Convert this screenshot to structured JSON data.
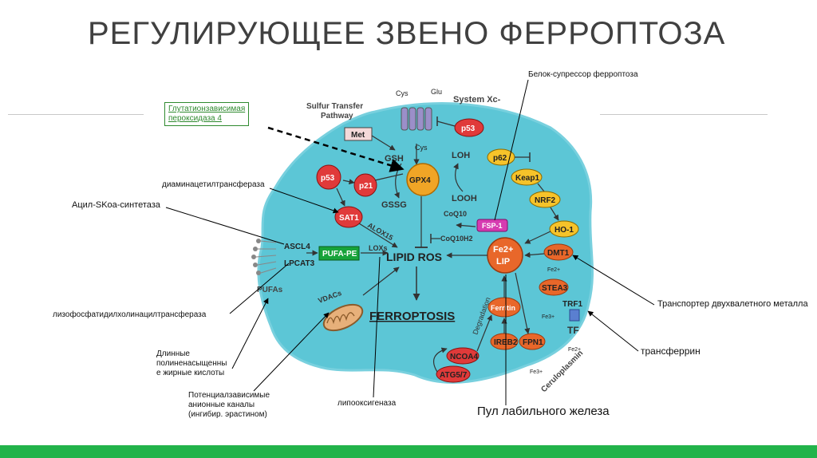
{
  "slide": {
    "title": "РЕГУЛИРУЮЩЕЕ ЗВЕНО ФЕРРОПТОЗА",
    "accent_color": "#22b34a",
    "cell_color": "#5cc6d6"
  },
  "diagram": {
    "sulfur_pathway": "Sulfur Transfer",
    "sulfur_pathway_2": "Pathway",
    "system_xc": "System Xc-",
    "cys_top": "Cys",
    "glu": "Glu",
    "cys_bottom": "Cys",
    "met": "Met",
    "gsh": "GSH",
    "gssg": "GSSG",
    "gpx4": "GPX4",
    "loh": "LOH",
    "looh": "LOOH",
    "p53_top": "p53",
    "p53_left": "p53",
    "p21": "p21",
    "sat1": "SAT1",
    "alox15": "ALOX15",
    "coq10": "CoQ10",
    "coq10h2": "CoQ10H2",
    "fsp1": "FSP-1",
    "p62": "p62",
    "keap1": "Keap1",
    "nrf2": "NRF2",
    "ho1": "HO-1",
    "fe2_lip_1": "Fe2+",
    "fe2_lip_2": "LIP",
    "dmt1": "DMT1",
    "stea3": "STEA3",
    "trf1": "TRF1",
    "tf": "TF",
    "acsl4": "ASCL4",
    "lpcat3": "LPCAT3",
    "pufa_pe": "PUFA-PE",
    "loxs": "LOXs",
    "lipid_ros": "LIPID ROS",
    "ferroptosis": "FERROPTOSIS",
    "pufas": "PUFAs",
    "vdacs": "VDACs",
    "ferritin": "Ferritin",
    "degradation": "Degradation",
    "ireb2": "IREB2",
    "fpn1": "FPN1",
    "ncoa4": "NCOA4",
    "atg57": "ATG5/7",
    "ceruloplasmin": "Ceruloplasmin",
    "fe2_small": "Fe2+",
    "fe3_small": "Fe3+"
  },
  "annotations": {
    "gpx4_name": "Глутатионзависимая\nпероксидаза 4",
    "fsp1_name": "Белок-супрессор ферроптоза",
    "sat1_name": "диаминацетилтрансфераза",
    "acsl4_name": "Ацил-SKoa-синтетаза",
    "lpcat3_name": "лизофосфатидилхолинацилтрансфераза",
    "pufas_name": "Длинные\nполиненасыщенны\nе жирные кислоты",
    "vdacs_name": "Потенциалзависимые\nанионные каналы\n(ингибир. эрастином)",
    "loxs_name": "липооксигеназа",
    "dmt1_name": "Транспортер двухвалетного металла",
    "tf_name": "трансферрин",
    "lip_name": "Пул лабильного железа"
  }
}
